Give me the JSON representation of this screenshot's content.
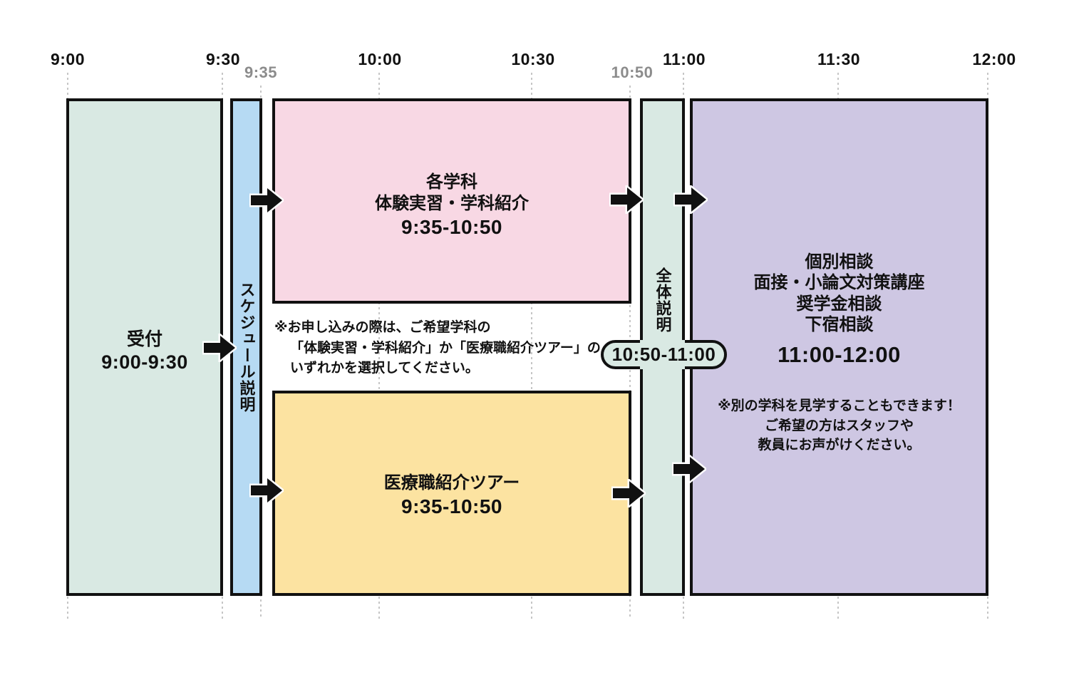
{
  "time_axis": {
    "labels": [
      {
        "text": "9:00",
        "emphasis": "primary"
      },
      {
        "text": "9:30",
        "emphasis": "primary"
      },
      {
        "text": "9:35",
        "emphasis": "secondary"
      },
      {
        "text": "10:00",
        "emphasis": "primary"
      },
      {
        "text": "10:30",
        "emphasis": "primary"
      },
      {
        "text": "10:50",
        "emphasis": "secondary"
      },
      {
        "text": "11:00",
        "emphasis": "primary"
      },
      {
        "text": "11:30",
        "emphasis": "primary"
      },
      {
        "text": "12:00",
        "emphasis": "primary"
      }
    ]
  },
  "events": {
    "reception": {
      "title": "受付",
      "time": "9:00-9:30"
    },
    "schedule_briefing": {
      "title": "スケジュール説明"
    },
    "department_sessions": {
      "title_line1": "各学科",
      "title_line2": "体験実習・学科紹介",
      "time": "9:35-10:50"
    },
    "medical_tour": {
      "title": "医療職紹介ツアー",
      "time": "9:35-10:50"
    },
    "overall_briefing": {
      "title": "全体説明",
      "time": "10:50-11:00"
    },
    "individual_consult": {
      "lines": [
        "個別相談",
        "面接・小論文対策講座",
        "奨学金相談",
        "下宿相談"
      ],
      "time": "11:00-12:00",
      "note_lines": [
        "※別の学科を見学することもできます！",
        "ご希望の方はスタッフや",
        "教員にお声がけください。"
      ]
    }
  },
  "application_note": {
    "lines": [
      "※お申し込みの際は、ご希望学科の",
      "「体験実習・学科紹介」か「医療職紹介ツアー」の",
      "いずれかを選択してください。"
    ]
  },
  "colors": {
    "reception_fill": "#d9e9e3",
    "schedule_fill": "#b6daf3",
    "department_fill": "#f8d8e4",
    "tour_fill": "#fce3a1",
    "overall_fill": "#d9e9e3",
    "individual_fill": "#cec7e3",
    "outline": "#111111",
    "gridline": "#c6c6c6",
    "secondary_label": "#8c8c8c"
  }
}
